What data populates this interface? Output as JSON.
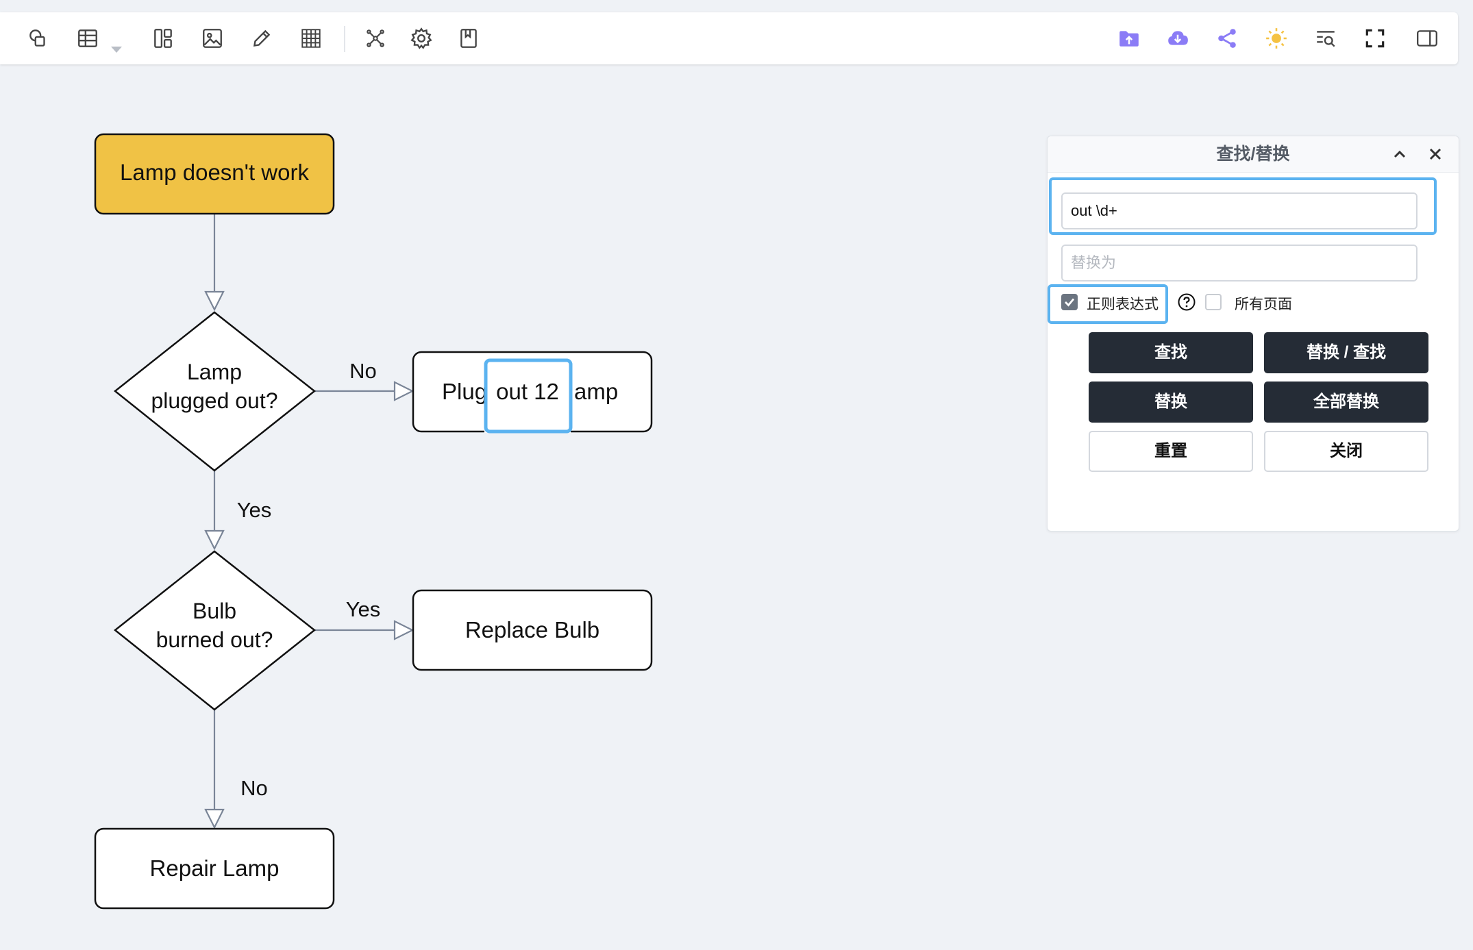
{
  "toolbar": {
    "left_icons": [
      "shapes-icon",
      "table-icon",
      "layout-icon",
      "image-icon",
      "pencil-icon",
      "grid-icon",
      "network-icon",
      "settings-icon",
      "bookmark-icon"
    ],
    "right_icons": [
      "upload-folder-icon",
      "cloud-download-icon",
      "share-icon",
      "sun-icon",
      "find-icon",
      "fullscreen-icon",
      "panel-icon"
    ],
    "accent_color": "#8b7cf6",
    "sun_color": "#f5c242"
  },
  "diagram": {
    "start": "Lamp doesn't work",
    "decision1": [
      "Lamp",
      "plugged out?"
    ],
    "plug_node": {
      "before": "Plug",
      "match": "out 12",
      "after": "amp"
    },
    "decision2": [
      "Bulb",
      "burned out?"
    ],
    "replace_bulb": "Replace Bulb",
    "repair_lamp": "Repair Lamp",
    "edge_no_1": "No",
    "edge_yes_1": "Yes",
    "edge_yes_2": "Yes",
    "edge_no_2": "No",
    "start_fill": "#f0c245",
    "highlight_color": "#5bb3f0"
  },
  "find_panel": {
    "title": "查找/替换",
    "find_value": "out \\d+",
    "replace_placeholder": "替换为",
    "regex_label": "正则表达式",
    "regex_checked": true,
    "all_pages_label": "所有页面",
    "all_pages_checked": false,
    "buttons": {
      "find": "查找",
      "replace_find": "替换 / 查找",
      "replace": "替换",
      "replace_all": "全部替换",
      "reset": "重置",
      "close": "关闭"
    }
  }
}
